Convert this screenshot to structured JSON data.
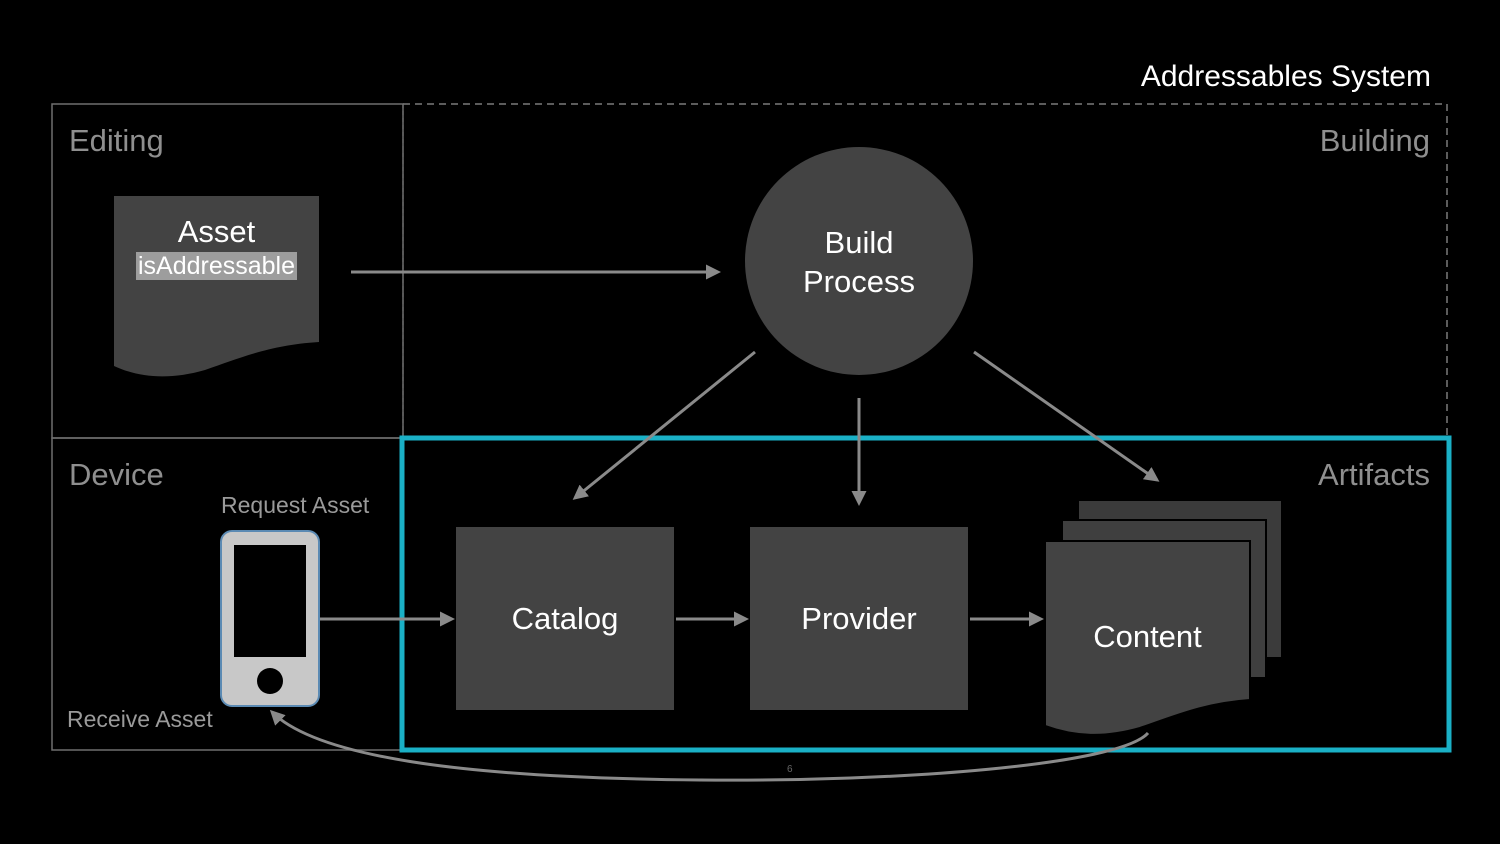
{
  "title": "Addressables System",
  "regions": {
    "editing": "Editing",
    "building": "Building",
    "device": "Device",
    "artifacts": "Artifacts"
  },
  "nodes": {
    "asset_title": "Asset",
    "asset_flag": "isAddressable",
    "build_line1": "Build",
    "build_line2": "Process",
    "catalog": "Catalog",
    "provider": "Provider",
    "content": "Content"
  },
  "edges": {
    "request": "Request Asset",
    "receive": "Receive Asset"
  },
  "page_number": "6",
  "colors": {
    "background": "#000000",
    "node_fill": "#434343",
    "artifacts_border": "#1ab0c6",
    "arrow": "#8a8a8a",
    "region_border": "#6f6f6f",
    "phone_body": "#c8c8c8"
  },
  "icons": [
    "phone-icon",
    "document-icon",
    "document-stack-icon"
  ]
}
